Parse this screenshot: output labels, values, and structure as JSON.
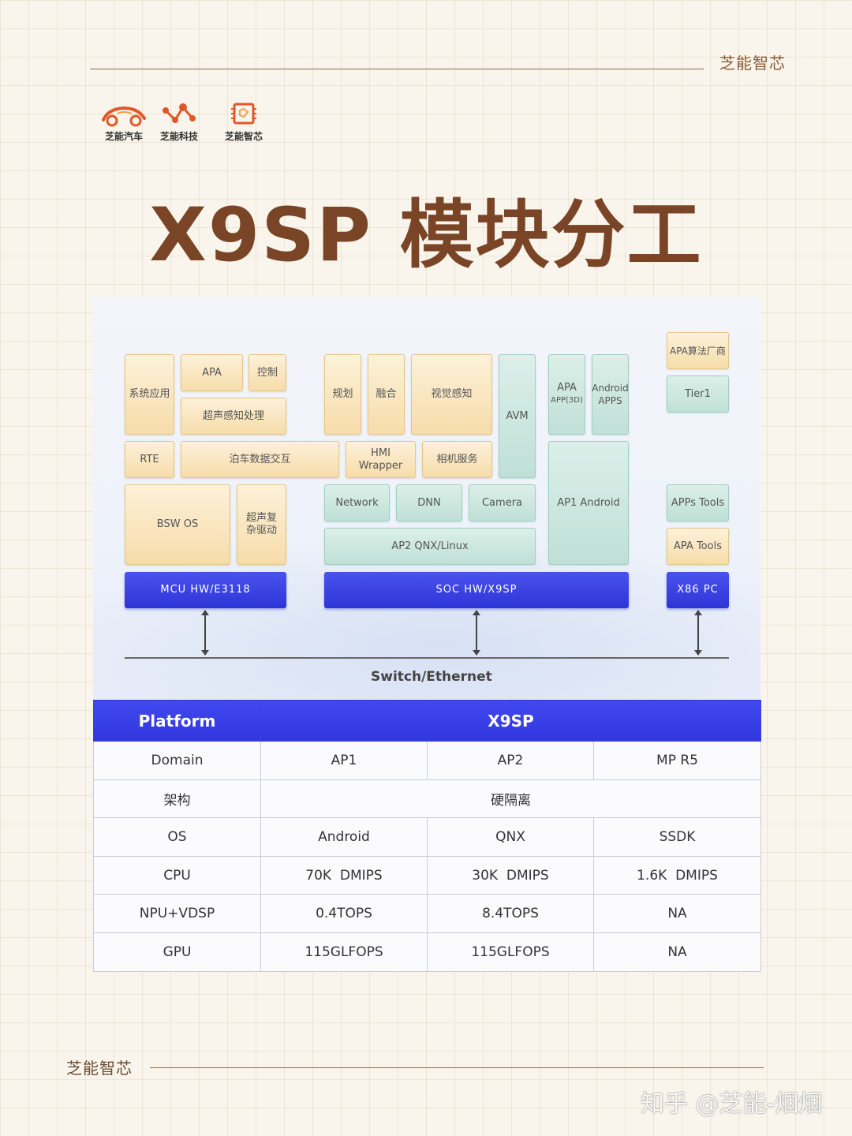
{
  "header": {
    "brand": "芝能智芯",
    "logos": [
      {
        "label": "芝能汽车",
        "icon": "car-icon"
      },
      {
        "label": "芝能科技",
        "icon": "network-icon"
      },
      {
        "label": "芝能智芯",
        "icon": "chip-icon"
      }
    ],
    "title": "X9SP 模块分工"
  },
  "diagram": {
    "mcu": {
      "sys_app": "系统应用",
      "apa": "APA",
      "control": "控制",
      "ultrasonic_proc": "超声感知处理",
      "rte": "RTE",
      "parking_data": "泊车数据交互",
      "bsw_os": "BSW OS",
      "ultrasonic_driver": "超声复杂驱动",
      "hw": "MCU HW/E3118"
    },
    "soc": {
      "planning": "规划",
      "fusion": "融合",
      "vision": "视觉感知",
      "avm": "AVM",
      "apa_app_1": "APA",
      "apa_app_2": "APP(3D)",
      "android_apps_1": "Android",
      "android_apps_2": "APPS",
      "hmi_1": "HMI",
      "hmi_2": "Wrapper",
      "camera_service": "相机服务",
      "ap1_android": "AP1 Android",
      "network": "Network",
      "dnn": "DNN",
      "camera": "Camera",
      "ap2": "AP2 QNX/Linux",
      "hw": "SOC HW/X9SP"
    },
    "pc": {
      "apa_vendor": "APA算法厂商",
      "tier1": "Tier1",
      "apps_tools": "APPs Tools",
      "apa_tools": "APA Tools",
      "hw": "X86 PC"
    },
    "bus": "Switch/Ethernet"
  },
  "table": {
    "header": [
      "Platform",
      "X9SP"
    ],
    "rows": [
      {
        "label": "Domain",
        "cells": [
          "AP1",
          "AP2",
          "MP R5"
        ]
      },
      {
        "label": "架构",
        "merged": "硬隔离"
      },
      {
        "label": "OS",
        "cells": [
          "Android",
          "QNX",
          "SSDK"
        ]
      },
      {
        "label": "CPU",
        "cells": [
          "70K  DMIPS",
          "30K  DMIPS",
          "1.6K  DMIPS"
        ]
      },
      {
        "label": "NPU+VDSP",
        "cells": [
          "0.4TOPS",
          "8.4TOPS",
          "NA"
        ]
      },
      {
        "label": "GPU",
        "cells": [
          "115GLFOPS",
          "115GLFOPS",
          "NA"
        ]
      }
    ]
  },
  "footer": {
    "brand": "芝能智芯",
    "watermark": "知乎 @芝能-烟烟"
  },
  "colors": {
    "title": "#7a4526",
    "brand_blue": "#3a42e6",
    "module_yellow": "#f6dcaa",
    "module_green": "#bfe0d6"
  }
}
